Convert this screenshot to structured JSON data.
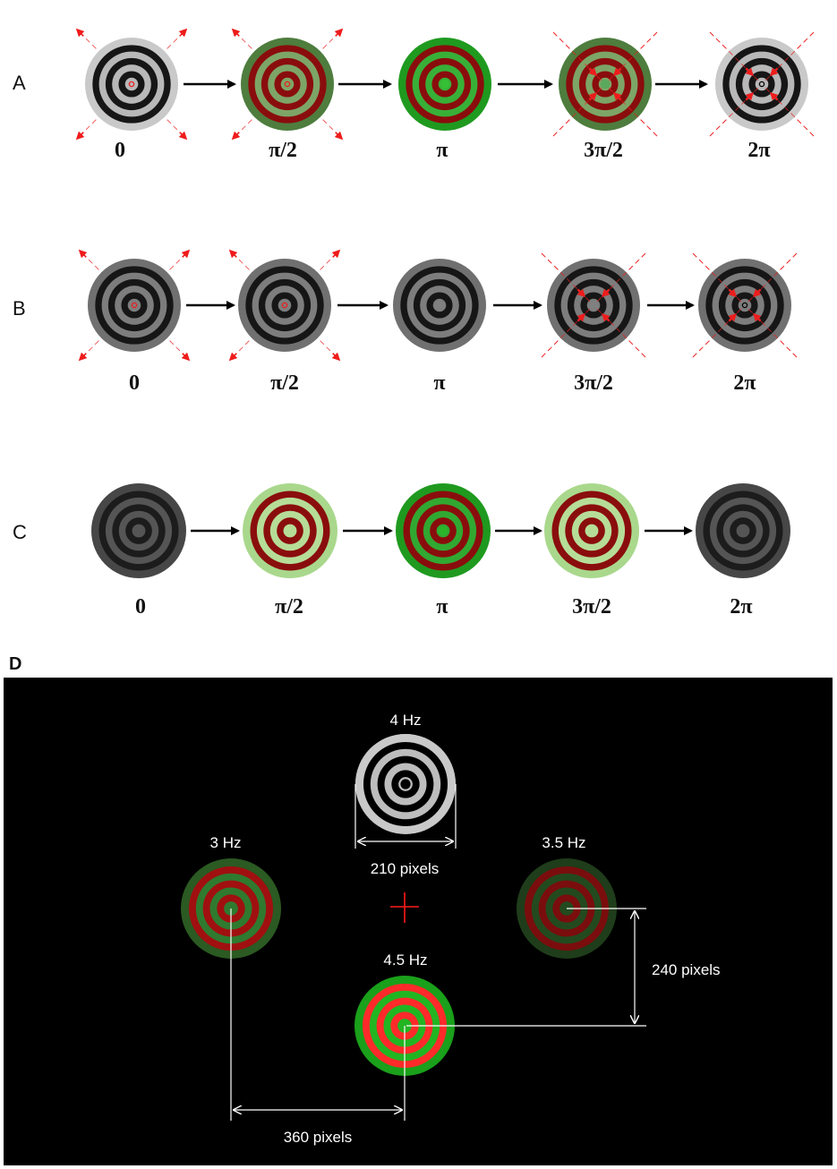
{
  "colors": {
    "black": "#000000",
    "gray_light": "#c9c9c9",
    "gray_mid": "#707070",
    "gray_dark": "#474747",
    "dark_stripe": "#161616",
    "green_bright": "#1f9a1f",
    "green_mid": "#4e7d3e",
    "green_dark": "#2b5a22",
    "green_pale": "#a9d88c",
    "red_stripe": "#8a0d0d",
    "red_bright": "#ff2a2a",
    "red_dark": "#a01010",
    "annotation": "#ffffff",
    "cross": "#ff1a1a",
    "arrow_red": "#ee1c1c"
  },
  "rows": [
    {
      "label": "A",
      "phases": [
        "0",
        "π/2",
        "π",
        "3π/2",
        "2π"
      ]
    },
    {
      "label": "B",
      "phases": [
        "0",
        "π/2",
        "π",
        "3π/2",
        "2π"
      ]
    },
    {
      "label": "C",
      "phases": [
        "0",
        "π/2",
        "π",
        "3π/2",
        "2π"
      ]
    }
  ],
  "panel_d": {
    "label": "D",
    "stimuli": [
      {
        "frequency": "4 Hz",
        "style": "gray"
      },
      {
        "frequency": "3 Hz",
        "style": "green"
      },
      {
        "frequency": "3.5 Hz",
        "style": "green-dark"
      },
      {
        "frequency": "4.5 Hz",
        "style": "green-bright"
      }
    ],
    "dimensions": {
      "diameter": "210 pixels",
      "vertical_offset": "240 pixels",
      "horizontal_offset": "360 pixels"
    }
  }
}
